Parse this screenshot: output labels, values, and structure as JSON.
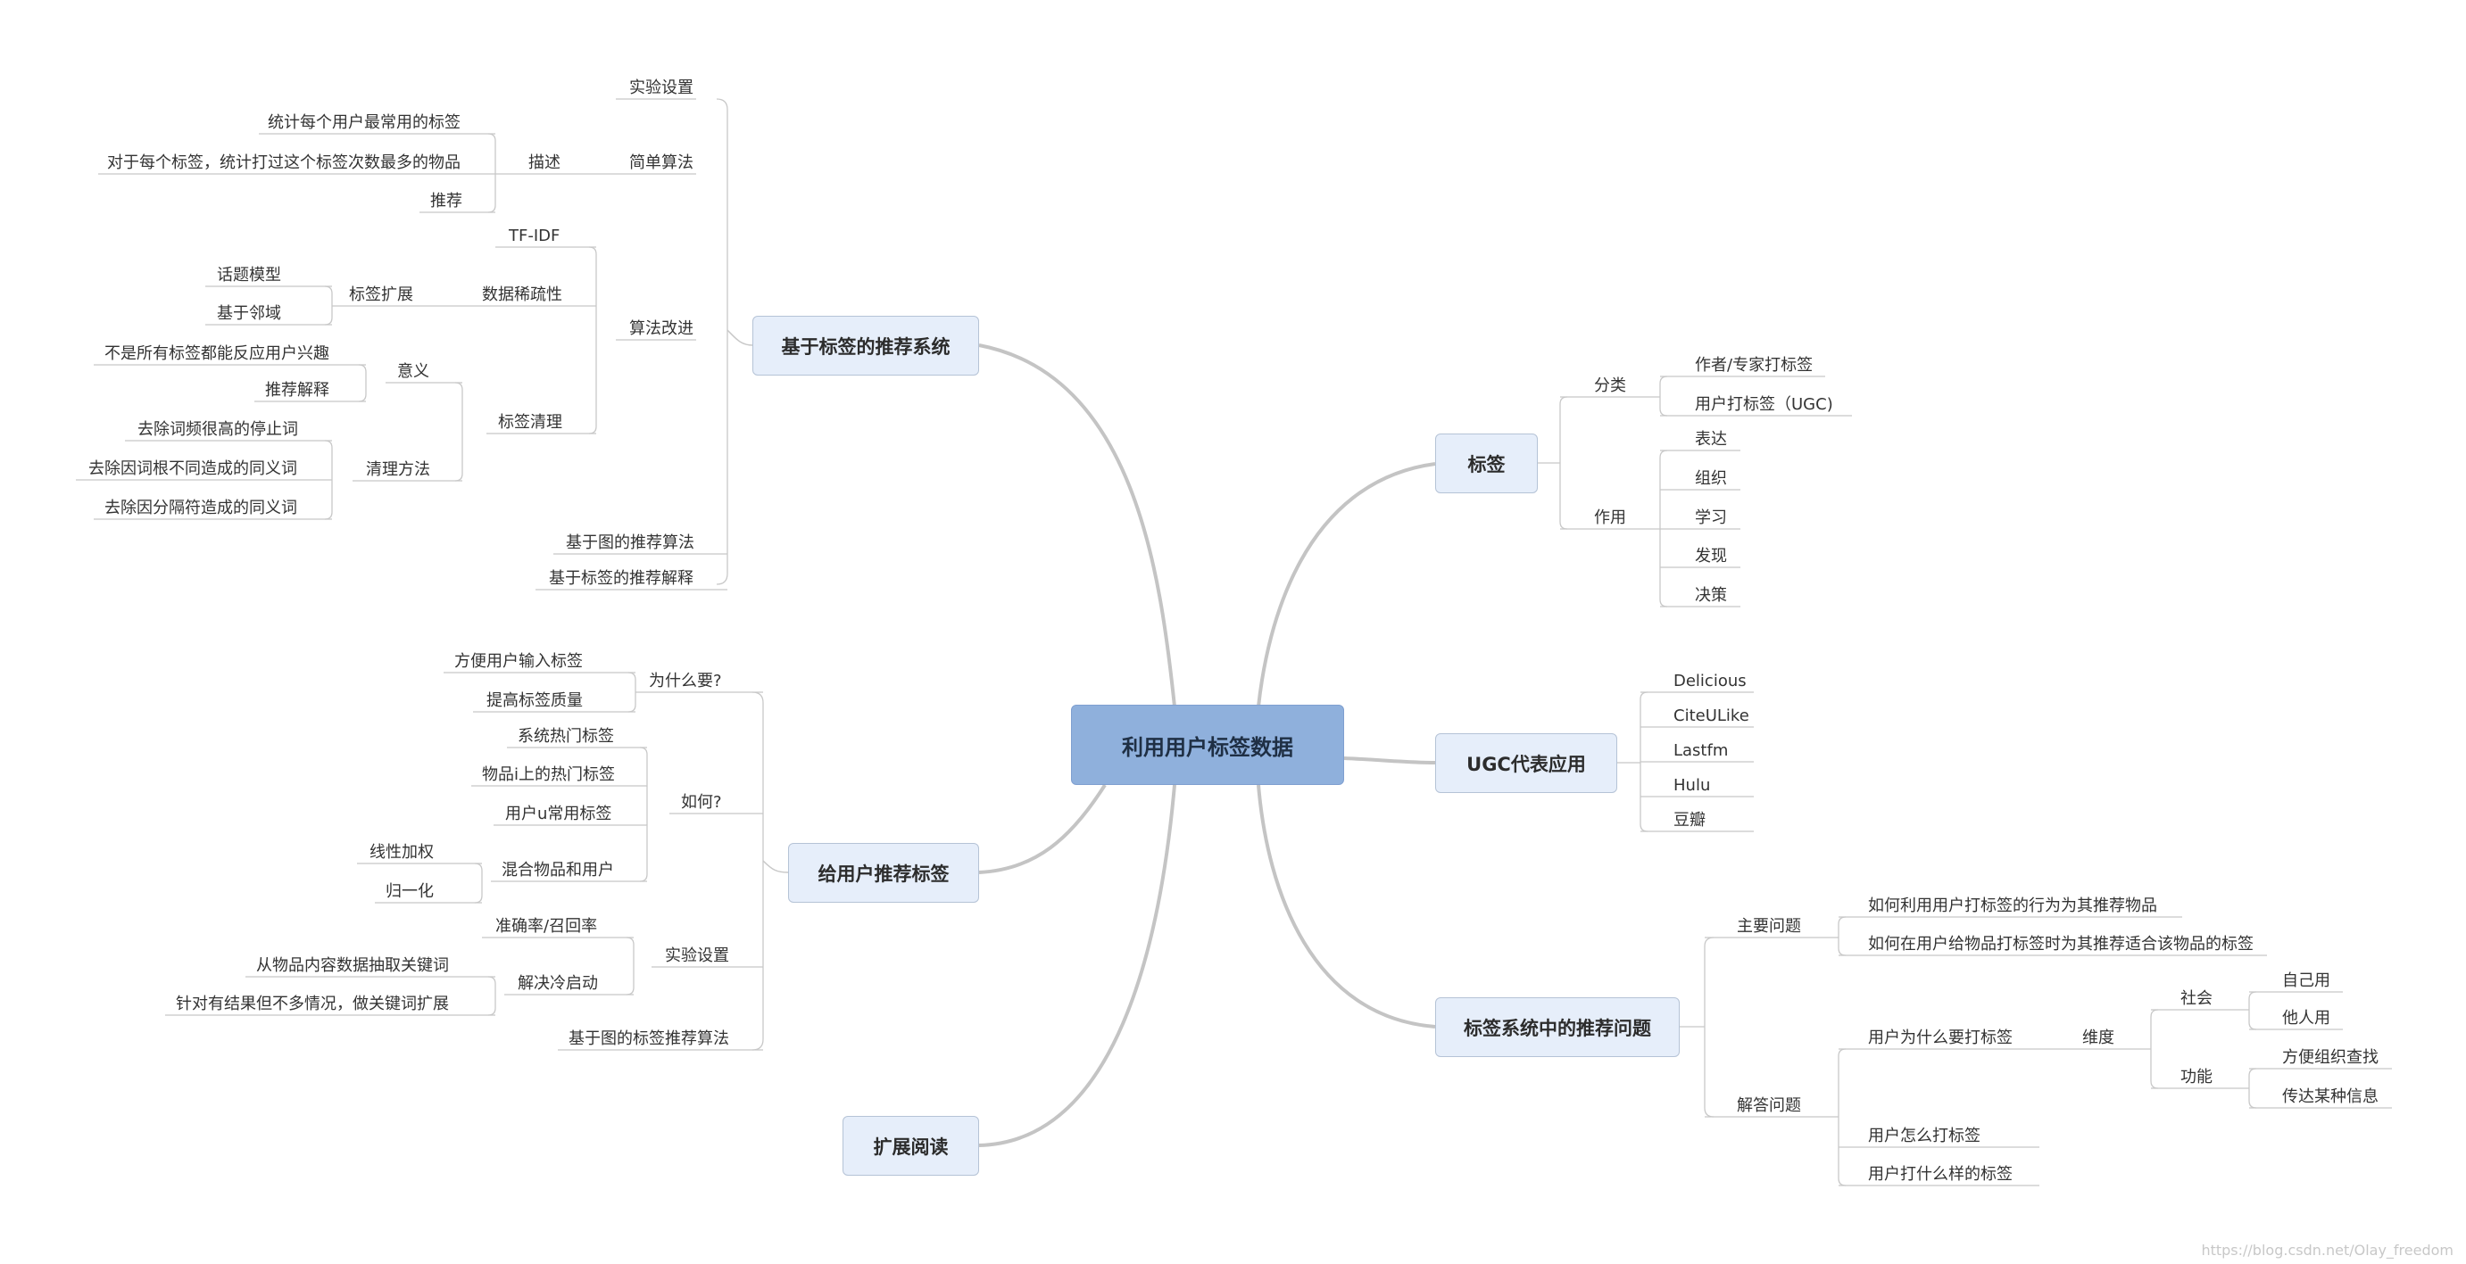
{
  "root": "利用用户标签数据",
  "branches": {
    "rec_system": {
      "title": "基于标签的推荐系统",
      "exp_setting": "实验设置",
      "simple": {
        "label": "简单算法",
        "describe": "描述",
        "desc_items": [
          "统计每个用户最常用的标签",
          "对于每个标签，统计打过这个标签次数最多的物品",
          "推荐"
        ]
      },
      "improve": {
        "label": "算法改进",
        "tfidf": "TF-IDF",
        "sparse": "数据稀疏性",
        "tag_expand": "标签扩展",
        "expand_items": [
          "话题模型",
          "基于邻域"
        ],
        "clean": "标签清理",
        "meaning": "意义",
        "meaning_items": [
          "不是所有标签都能反应用户兴趣",
          "推荐解释"
        ],
        "method": "清理方法",
        "method_items": [
          "去除词频很高的停止词",
          "去除因词根不同造成的同义词",
          "去除因分隔符造成的同义词"
        ]
      },
      "graph": "基于图的推荐算法",
      "explain": "基于标签的推荐解释"
    },
    "recommend_tags": {
      "title": "给用户推荐标签",
      "why": "为什么要?",
      "why_items": [
        "方便用户输入标签",
        "提高标签质量"
      ],
      "how": "如何?",
      "how_items": [
        "系统热门标签",
        "物品i上的热门标签",
        "用户u常用标签",
        "混合物品和用户"
      ],
      "mix_items": [
        "线性加权",
        "归一化"
      ],
      "exp": "实验设置",
      "metric": "准确率/召回率",
      "cold": "解决冷启动",
      "cold_items": [
        "从物品内容数据抽取关键词",
        "针对有结果但不多情况，做关键词扩展"
      ],
      "graph": "基于图的标签推荐算法"
    },
    "reading": {
      "title": "扩展阅读"
    },
    "tags": {
      "title": "标签",
      "category": "分类",
      "category_items": [
        "作者/专家打标签",
        "用户打标签（UGC)"
      ],
      "role": "作用",
      "role_items": [
        "表达",
        "组织",
        "学习",
        "发现",
        "决策"
      ]
    },
    "ugc": {
      "title": "UGC代表应用",
      "items": [
        "Delicious",
        "CiteULike",
        "Lastfm",
        "Hulu",
        "豆瓣"
      ]
    },
    "problems": {
      "title": "标签系统中的推荐问题",
      "main": "主要问题",
      "main_items": [
        "如何利用用户打标签的行为为其推荐物品",
        "如何在用户给物品打标签时为其推荐适合该物品的标签"
      ],
      "answer": "解答问题",
      "why_tag": "用户为什么要打标签",
      "dimension": "维度",
      "social": "社会",
      "social_items": [
        "自己用",
        "他人用"
      ],
      "function": "功能",
      "function_items": [
        "方便组织查找",
        "传达某种信息"
      ],
      "how_tag": "用户怎么打标签",
      "what_tag": "用户打什么样的标签"
    }
  },
  "watermark": "https://blog.csdn.net/Olay_freedom",
  "colors": {
    "line": "#c4c4c4",
    "underline": "#c8c8c8",
    "box_fill": "#e6eefa",
    "root_fill": "#8fb0dc"
  }
}
